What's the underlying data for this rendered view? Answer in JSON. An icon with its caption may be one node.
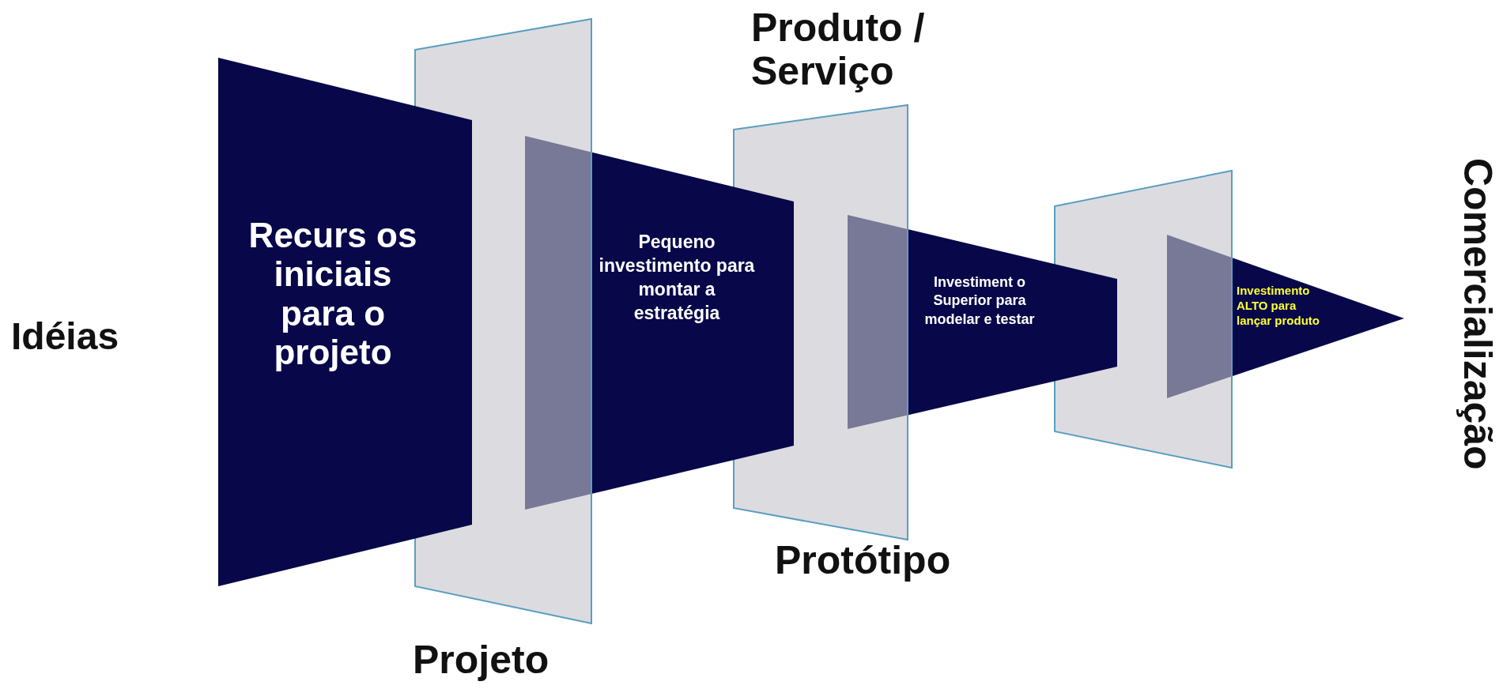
{
  "diagram": {
    "nodes": [
      {
        "text": [
          "Recurs os iniciais para o projeto"
        ]
      },
      {
        "text": [
          "Pequeno investimento para montar a estratégia"
        ]
      },
      {
        "text": [
          "Investiment o Superior para modelar e testar"
        ]
      },
      {
        "text": [
          "Investimento ALTO para lançar produto"
        ]
      }
    ],
    "edges": [],
    "labels": [
      "Produto / Serviço",
      "Idéias",
      "Comercialização",
      "Protótipo",
      "Projeto"
    ]
  }
}
